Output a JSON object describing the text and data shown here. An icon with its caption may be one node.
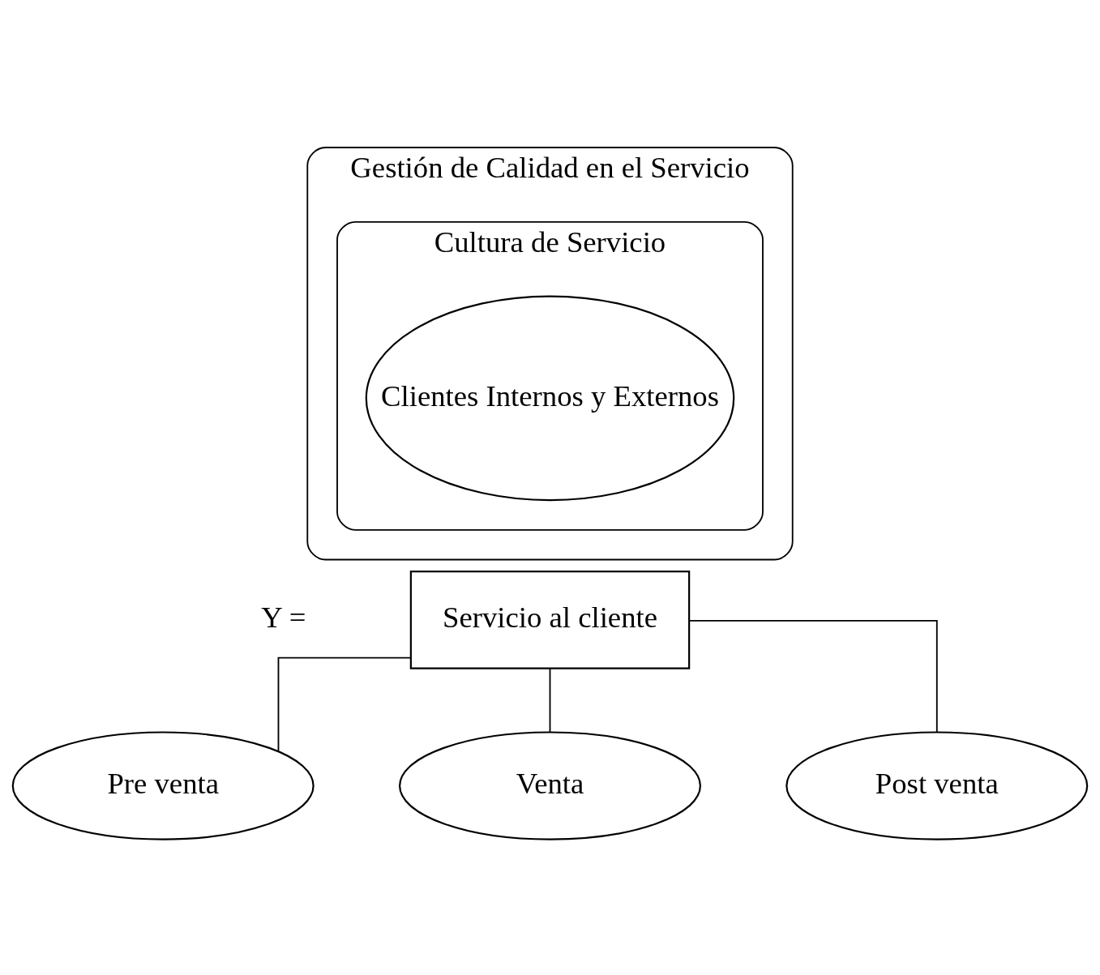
{
  "diagram": {
    "nodes": [
      {
        "text": [
          "Gestión de Calidad en el Servicio"
        ]
      },
      {
        "text": [
          "Cultura de Servicio"
        ],
        "in": 0
      },
      {
        "text": [
          "Clientes Internos y Externos"
        ],
        "in": 1
      },
      {
        "text": [
          "Servicio al cliente"
        ],
        "beside": [
          "Y ="
        ]
      },
      {
        "text": [
          "Pre venta"
        ]
      },
      {
        "text": [
          "Venta"
        ]
      },
      {
        "text": [
          "Post venta"
        ]
      }
    ],
    "edges": [
      {
        "from": 3,
        "to": 4,
        "arrow": "none"
      },
      {
        "from": 3,
        "to": 5,
        "arrow": "none"
      },
      {
        "from": 3,
        "to": 6,
        "arrow": "none"
      }
    ]
  }
}
